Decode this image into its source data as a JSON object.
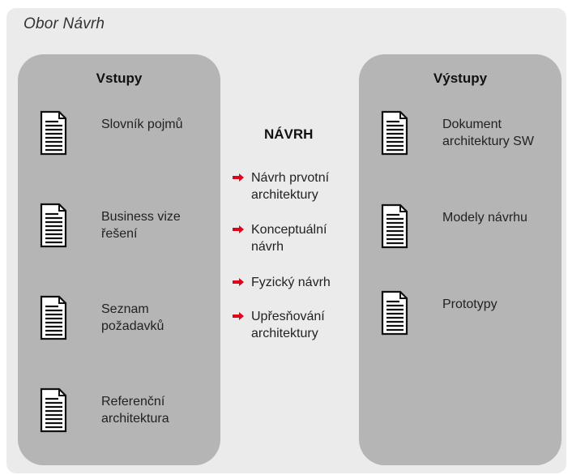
{
  "scope_title": "Obor Návrh",
  "inputs": {
    "title": "Vstupy",
    "items": [
      {
        "label": "Slovník pojmů",
        "icon": "document-icon"
      },
      {
        "label": "Business vize\nřešení",
        "icon": "document-icon"
      },
      {
        "label": "Seznam\npožadavků",
        "icon": "document-icon"
      },
      {
        "label": "Referenční\narchitektura",
        "icon": "document-icon"
      }
    ]
  },
  "design": {
    "title": "NÁVRH",
    "steps": [
      {
        "label": "Návrh prvotní\narchitektury",
        "icon": "red-arrow-icon"
      },
      {
        "label": "Konceptuální\nnávrh",
        "icon": "red-arrow-icon"
      },
      {
        "label": "Fyzický návrh",
        "icon": "red-arrow-icon"
      },
      {
        "label": "Upřesňování\narchitektury",
        "icon": "red-arrow-icon"
      }
    ]
  },
  "outputs": {
    "title": "Výstupy",
    "items": [
      {
        "label": "Dokument\narchitektury SW",
        "icon": "document-icon"
      },
      {
        "label": "Modely návrhu",
        "icon": "document-icon"
      },
      {
        "label": "Prototypy",
        "icon": "document-icon"
      }
    ]
  },
  "colors": {
    "background": "#ebebeb",
    "panel": "#b5b5b5",
    "arrow": "#e3001b"
  }
}
